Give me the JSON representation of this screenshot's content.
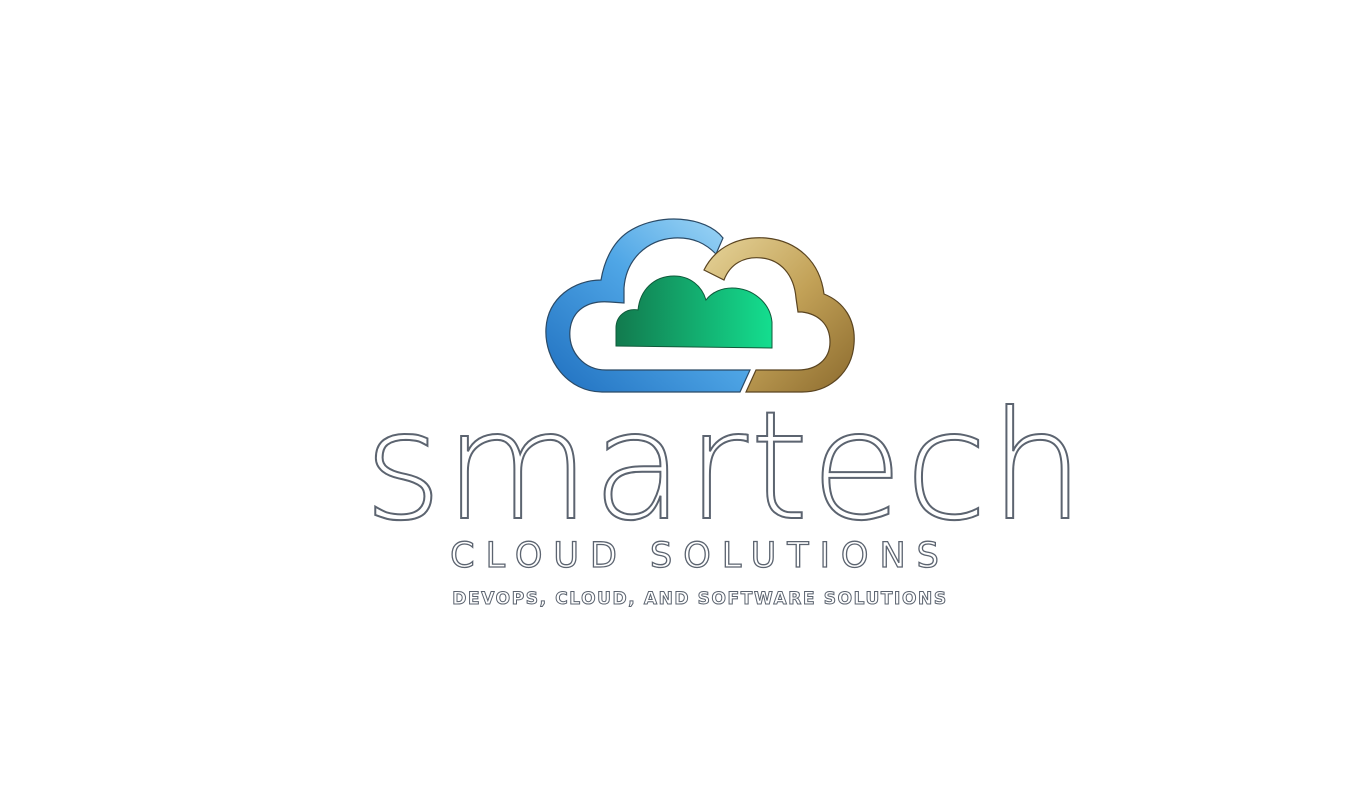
{
  "brand": {
    "name": "smartech",
    "tagline": "CLOUD SOLUTIONS",
    "subtagline": "DEVOPS, CLOUD, AND SOFTWARE SOLUTIONS"
  },
  "logo": {
    "icon": "cloud-logo-icon",
    "colors": {
      "blue_cloud": "#3a8fd6",
      "gold_cloud": "#b8954a",
      "green_cloud": "#1fb97a",
      "outline_text": "#5c6470"
    }
  }
}
